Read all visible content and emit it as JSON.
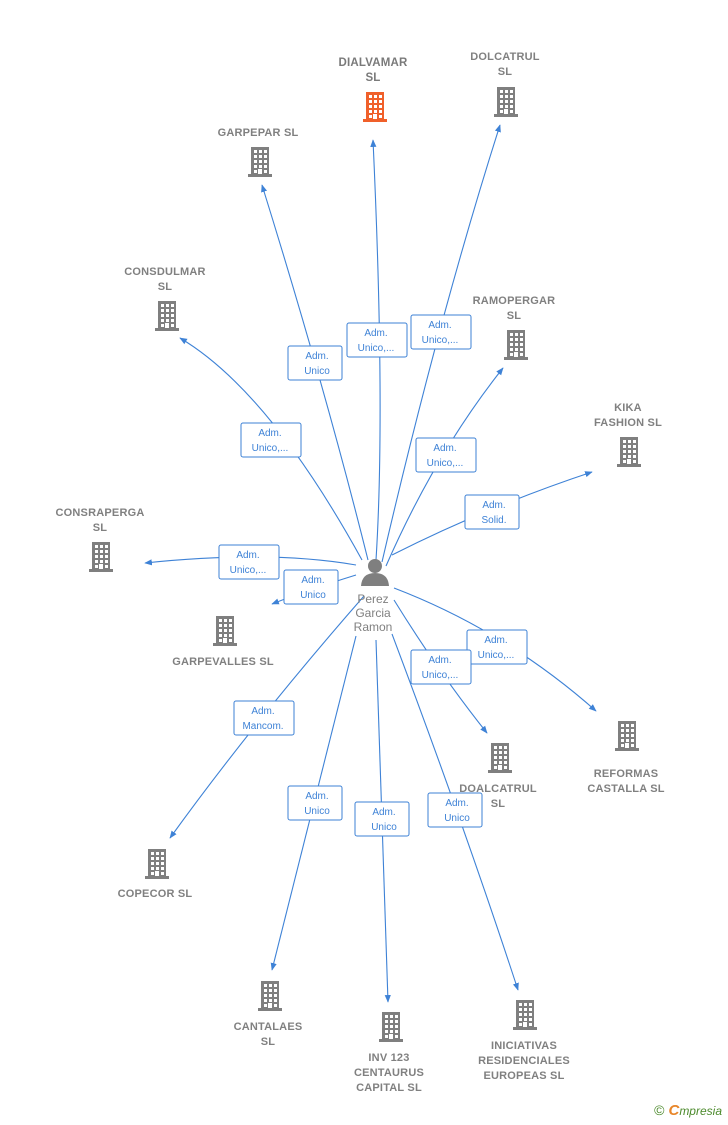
{
  "colors": {
    "edge": "#3e82d6",
    "company": "#7f7f7f",
    "company_highlight": "#f0602a",
    "person": "#7f7f7f"
  },
  "person": {
    "lines": [
      "Perez",
      "Garcia",
      "Ramon"
    ],
    "icon": "person-icon"
  },
  "nodes": [
    {
      "id": "dialvamar",
      "lines": [
        "DIALVAMAR",
        "SL"
      ],
      "highlight": true,
      "icon": "building-icon"
    },
    {
      "id": "dolcatrul",
      "lines": [
        "DOLCATRUL",
        "SL"
      ],
      "highlight": false,
      "icon": "building-icon"
    },
    {
      "id": "garpepar",
      "lines": [
        "GARPEPAR  SL"
      ],
      "highlight": false,
      "icon": "building-icon"
    },
    {
      "id": "consdulmar",
      "lines": [
        "CONSDULMAR",
        "SL"
      ],
      "highlight": false,
      "icon": "building-icon"
    },
    {
      "id": "ramopergar",
      "lines": [
        "RAMOPERGAR",
        "SL"
      ],
      "highlight": false,
      "icon": "building-icon"
    },
    {
      "id": "kika",
      "lines": [
        "KIKA",
        "FASHION  SL"
      ],
      "highlight": false,
      "icon": "building-icon"
    },
    {
      "id": "consraperga",
      "lines": [
        "CONSRAPERGA",
        "SL"
      ],
      "highlight": false,
      "icon": "building-icon"
    },
    {
      "id": "garpevalles",
      "lines": [
        "GARPEVALLES SL"
      ],
      "highlight": false,
      "icon": "building-icon"
    },
    {
      "id": "reformas",
      "lines": [
        "REFORMAS",
        "CASTALLA SL"
      ],
      "highlight": false,
      "icon": "building-icon"
    },
    {
      "id": "doalcatrul",
      "lines": [
        "DOALCATRUL",
        "SL"
      ],
      "highlight": false,
      "icon": "building-icon"
    },
    {
      "id": "copecor",
      "lines": [
        "COPECOR SL"
      ],
      "highlight": false,
      "icon": "building-icon"
    },
    {
      "id": "cantalaes",
      "lines": [
        "CANTALAES",
        "SL"
      ],
      "highlight": false,
      "icon": "building-icon"
    },
    {
      "id": "inv123",
      "lines": [
        "INV 123",
        "CENTAURUS",
        "CAPITAL  SL"
      ],
      "highlight": false,
      "icon": "building-icon"
    },
    {
      "id": "iniciativas",
      "lines": [
        "INICIATIVAS",
        "RESIDENCIALES",
        "EUROPEAS  SL"
      ],
      "highlight": false,
      "icon": "building-icon"
    }
  ],
  "edges": [
    {
      "to": "dialvamar",
      "lines": [
        "Adm.",
        "Unico,..."
      ]
    },
    {
      "to": "dolcatrul",
      "lines": [
        "Adm.",
        "Unico,..."
      ]
    },
    {
      "to": "garpepar",
      "lines": [
        "Adm.",
        "Unico"
      ]
    },
    {
      "to": "consdulmar",
      "lines": [
        "Adm.",
        "Unico,..."
      ]
    },
    {
      "to": "ramopergar",
      "lines": [
        "Adm.",
        "Unico,..."
      ]
    },
    {
      "to": "kika",
      "lines": [
        "Adm.",
        "Solid."
      ]
    },
    {
      "to": "consraperga",
      "lines": [
        "Adm.",
        "Unico,..."
      ]
    },
    {
      "to": "garpevalles",
      "lines": [
        "Adm.",
        "Unico"
      ]
    },
    {
      "to": "reformas",
      "lines": [
        "Adm.",
        "Unico,..."
      ]
    },
    {
      "to": "doalcatrul",
      "lines": [
        "Adm.",
        "Unico,..."
      ]
    },
    {
      "to": "copecor",
      "lines": [
        "Adm.",
        "Mancom."
      ]
    },
    {
      "to": "cantalaes",
      "lines": [
        "Adm.",
        "Unico"
      ]
    },
    {
      "to": "inv123",
      "lines": [
        "Adm.",
        "Unico"
      ]
    },
    {
      "to": "iniciativas",
      "lines": [
        "Adm.",
        "Unico"
      ]
    }
  ],
  "brand": {
    "copyright": "©",
    "first": "C",
    "rest": "mpresia"
  }
}
